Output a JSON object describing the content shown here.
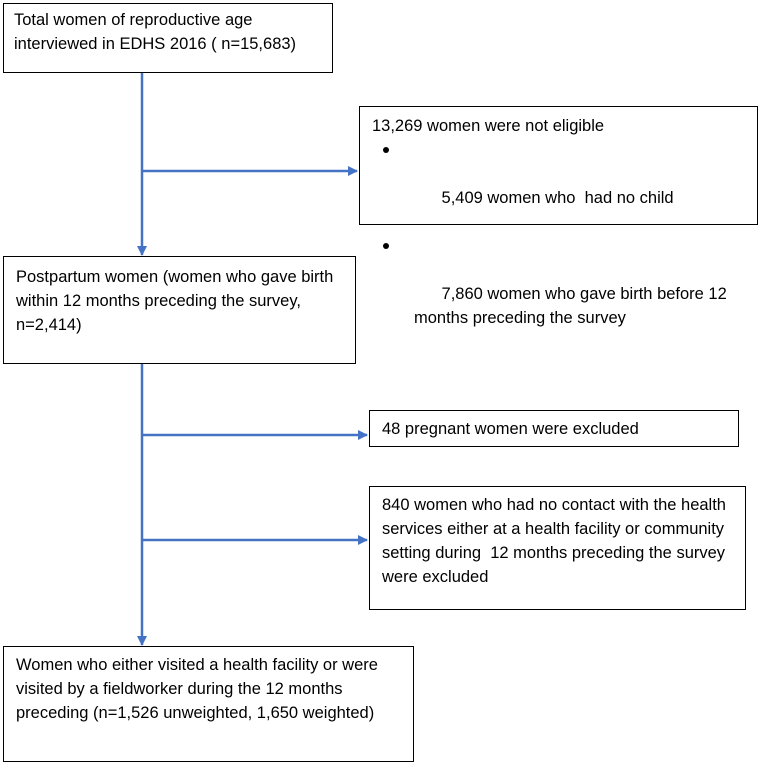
{
  "diagram": {
    "accent_color": "#4472C4",
    "box_total": {
      "text": "Total women of reproductive age interviewed in EDHS 2016 ( n=15,683)"
    },
    "box_not_eligible": {
      "heading": "13,269 women were not eligible",
      "bullets": [
        "5,409 women who  had no child",
        "7,860 women who gave birth before 12 months preceding the survey"
      ]
    },
    "box_postpartum": {
      "text": "Postpartum women (women who gave birth within 12 months preceding the survey, n=2,414)"
    },
    "box_pregnant_excluded": {
      "text": "48 pregnant women were excluded"
    },
    "box_no_contact_excluded": {
      "text": "840 women who had no contact with the health services either at a health facility or community setting during  12 months preceding the survey were excluded"
    },
    "box_final": {
      "text": "Women who either visited a health facility or were visited by a fieldworker during the 12 months  preceding (n=1,526 unweighted, 1,650 weighted)"
    }
  }
}
